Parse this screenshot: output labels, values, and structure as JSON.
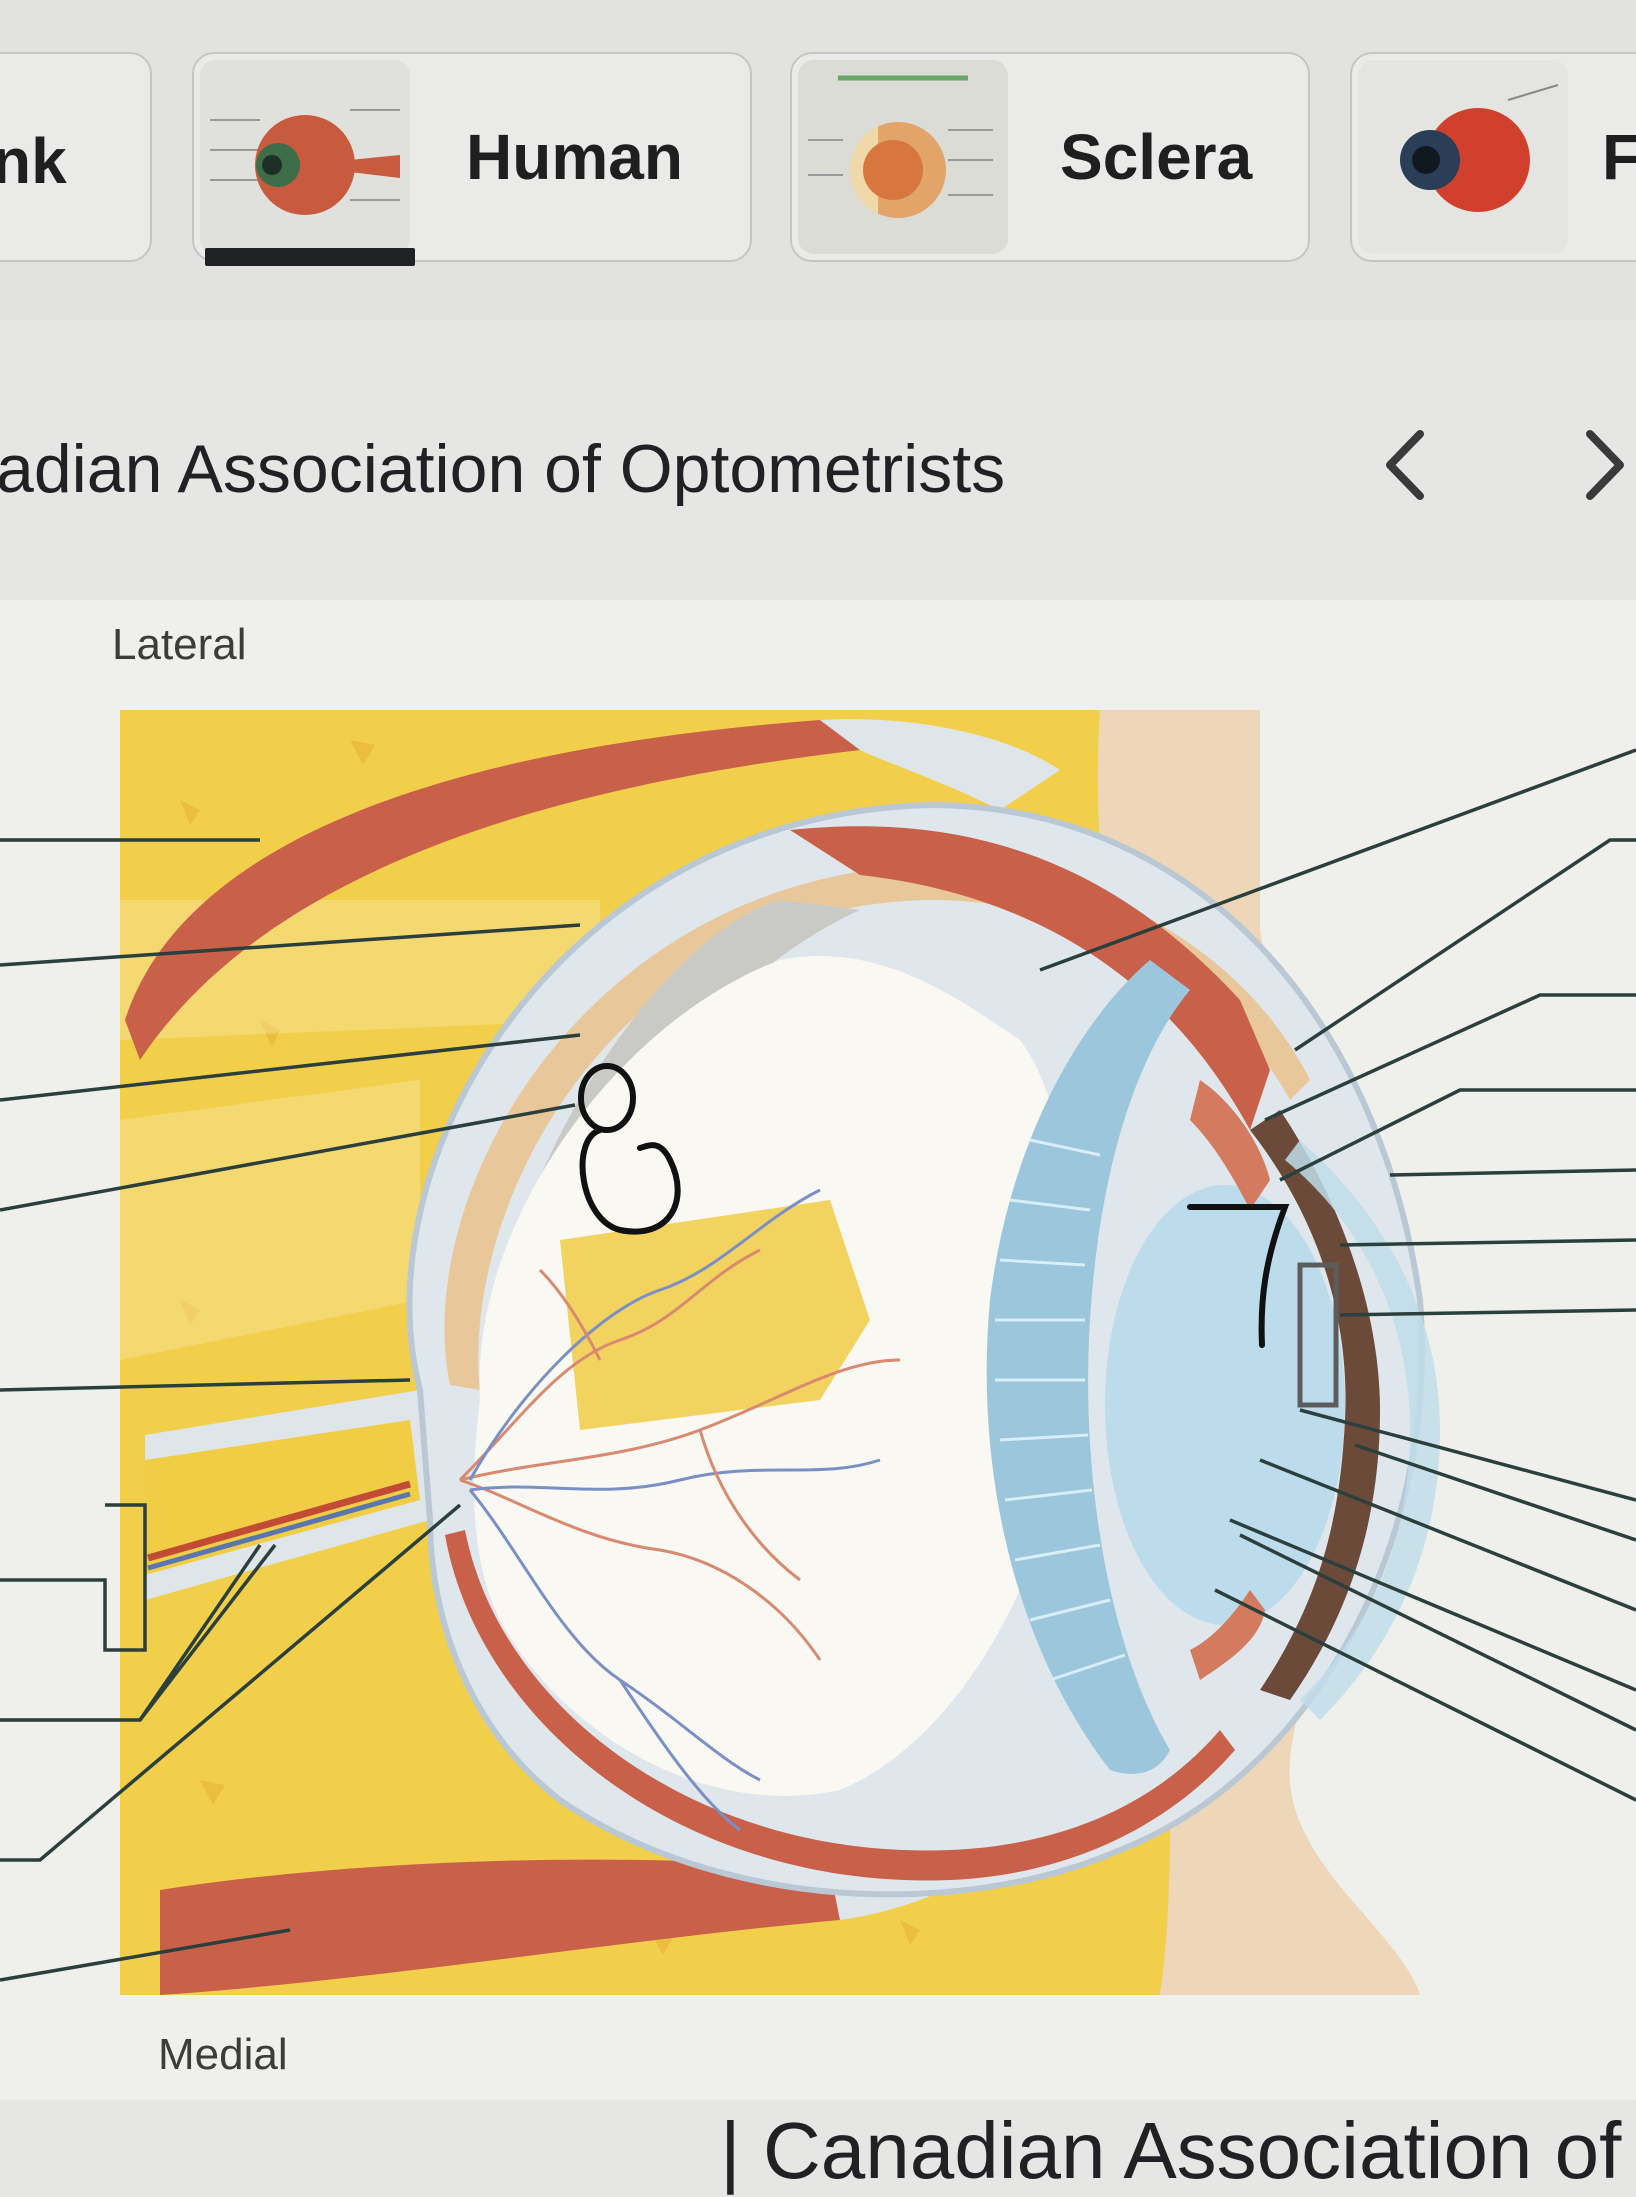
{
  "chips": [
    {
      "label": "nk"
    },
    {
      "label": "Human"
    },
    {
      "label": "Sclera"
    },
    {
      "label": "F"
    }
  ],
  "source": {
    "title": "adian Association of Optometrists"
  },
  "diagram": {
    "top_label": "Lateral",
    "bottom_label": "Medial",
    "handwriting_a": "8",
    "handwriting_b": "7"
  },
  "footer": {
    "caption": "| Canadian Association of"
  },
  "colors": {
    "fat": "#f2cf4a",
    "muscle": "#c8604a",
    "sclera": "#d8e3ea",
    "lens": "#bcdcec",
    "iris": "#6b4a3a",
    "vessel_red": "#c24b36",
    "vessel_blue": "#5a76b0"
  }
}
